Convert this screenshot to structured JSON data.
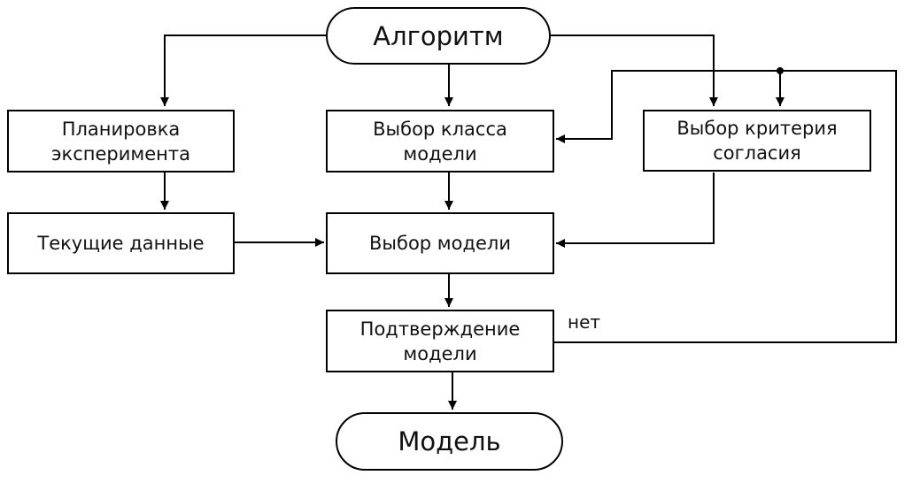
{
  "diagram": {
    "nodes": {
      "start": "Алгоритм",
      "planning": "Планировка\nэксперимента",
      "current_data": "Текущие данные",
      "model_class": "Выбор класса\nмодели",
      "criterion": "Выбор критерия\nсогласия",
      "model_choice": "Выбор модели",
      "confirmation": "Подтверждение\nмодели",
      "end": "Модель"
    },
    "edge_labels": {
      "no": "нет"
    },
    "colors": {
      "line": "#000000",
      "text": "#111111",
      "background": "#ffffff"
    }
  }
}
